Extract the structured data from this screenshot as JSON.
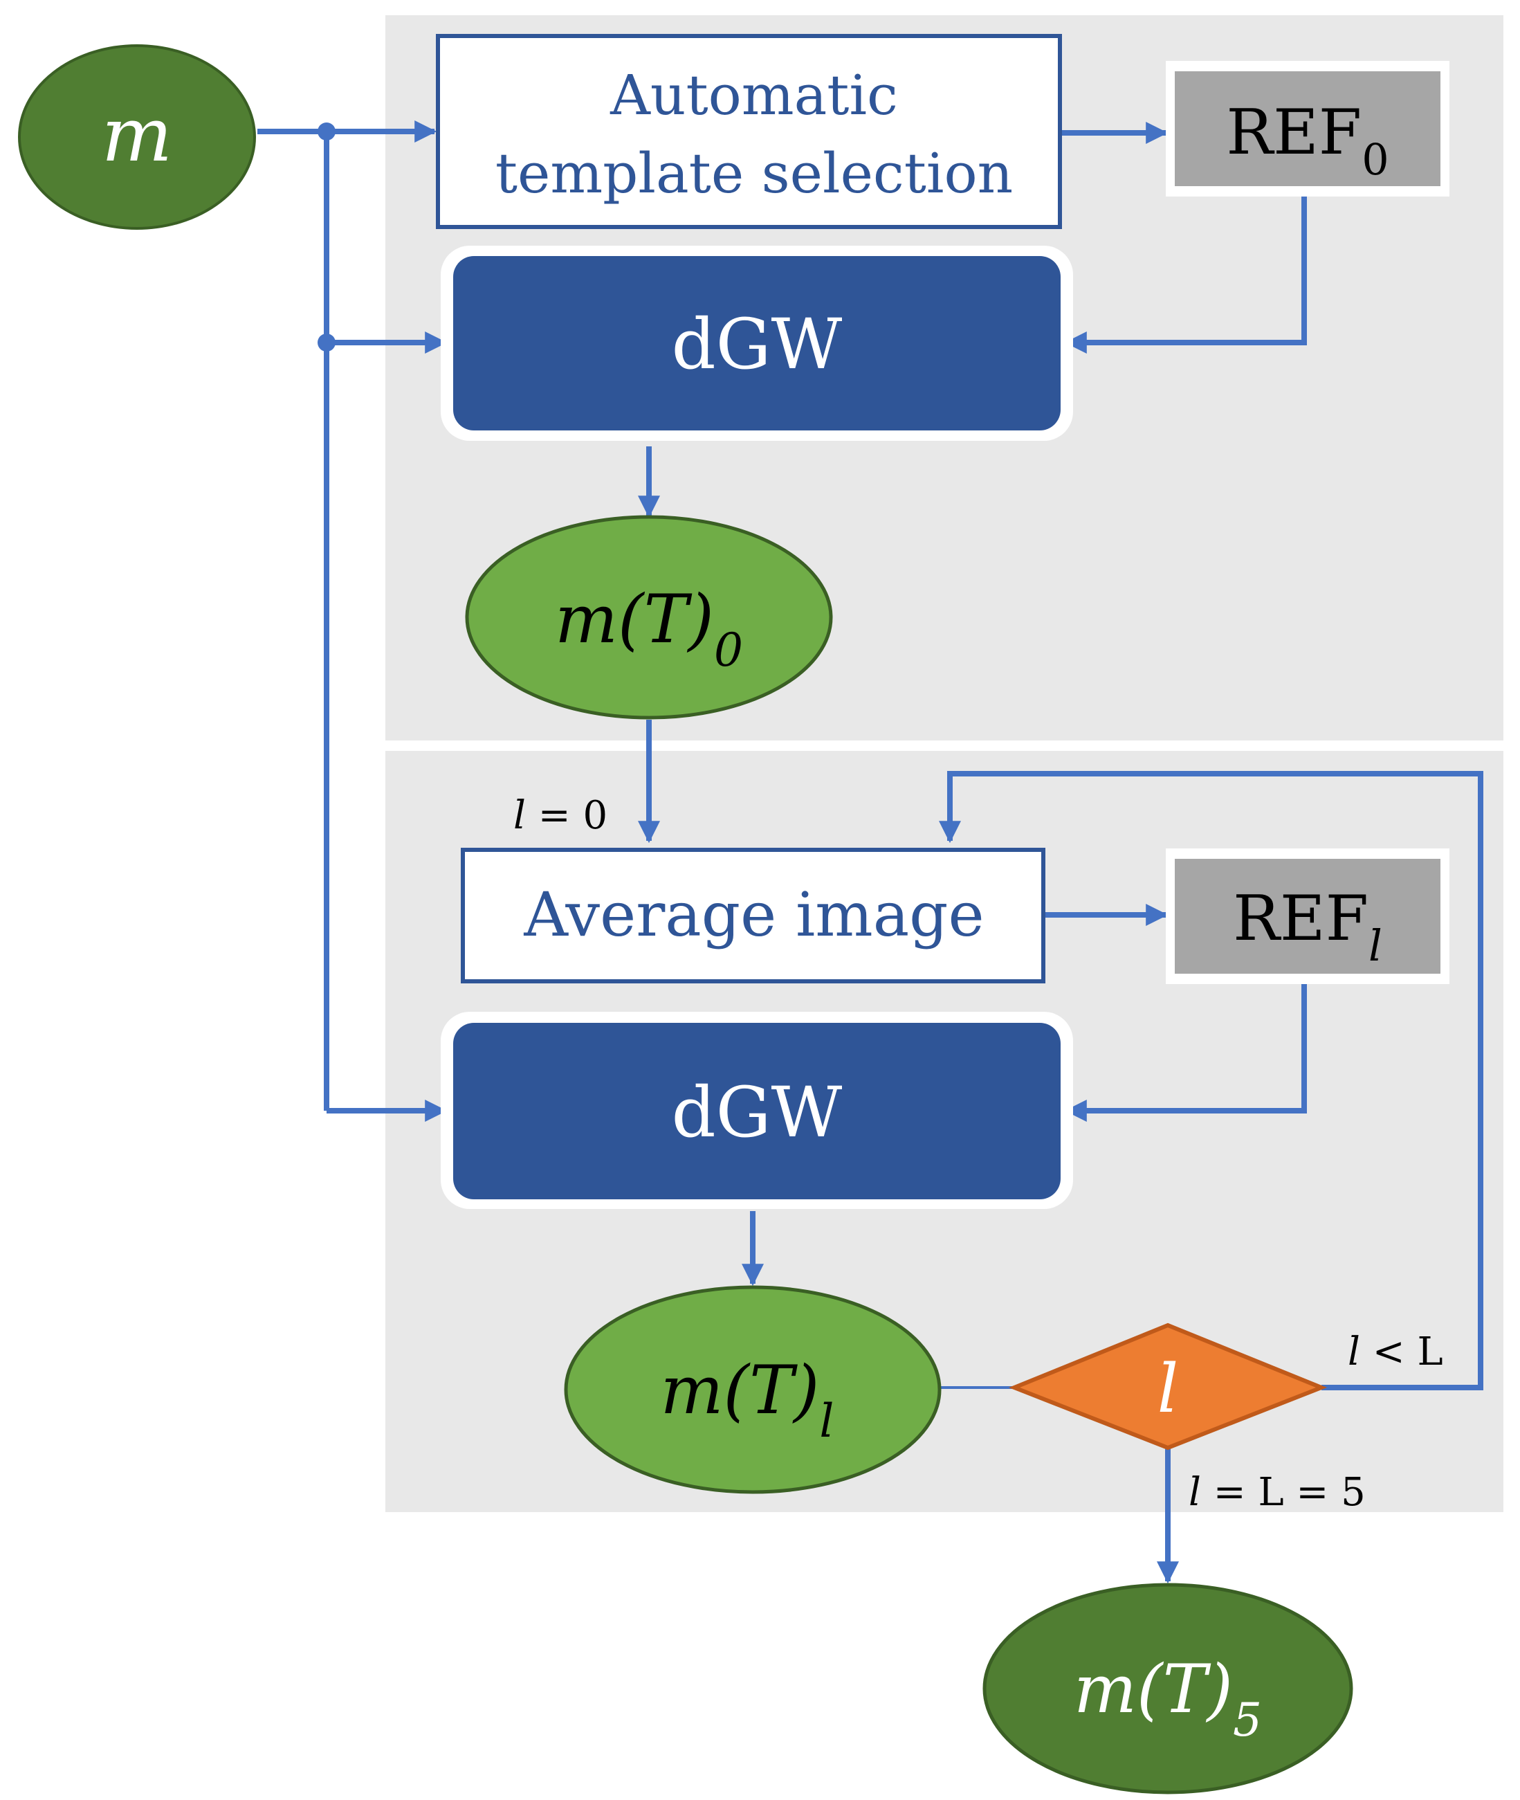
{
  "nodes": {
    "input_m": {
      "label": "m"
    },
    "auto_template": {
      "line1": "Automatic",
      "line2": "template selection"
    },
    "ref0": {
      "main": "REF",
      "sub": "0"
    },
    "dgw_top": {
      "label": "dGW"
    },
    "m_T_0": {
      "main": "m(T)",
      "sub": "0"
    },
    "average_image": {
      "label": "Average image"
    },
    "refl": {
      "main": "REF",
      "sub": "l"
    },
    "dgw_bottom": {
      "label": "dGW"
    },
    "m_T_l": {
      "main": "m(T)",
      "sub": "l"
    },
    "decision_l": {
      "label": "l"
    },
    "m_T_5": {
      "main": "m(T)",
      "sub": "5"
    }
  },
  "edge_labels": {
    "l_eq_0": {
      "var": "l",
      "rest": " = 0"
    },
    "l_lt_L": {
      "var": "l",
      "rest": " < L"
    },
    "l_eq_L_eq_5": {
      "var": "l",
      "rest": " = L = 5"
    }
  },
  "colors": {
    "panel_bg": "#e8e8e8",
    "arrow_blue": "#4472c4",
    "dark_blue_box": "#2f5597",
    "box_text_blue": "#2f5597",
    "green_light": "#70ad47",
    "green_dark": "#507e32",
    "green_border": "#3a5f24",
    "ref_gray": "#a6a6a6",
    "diamond_orange": "#ed7d31",
    "diamond_border": "#c05a1a"
  }
}
